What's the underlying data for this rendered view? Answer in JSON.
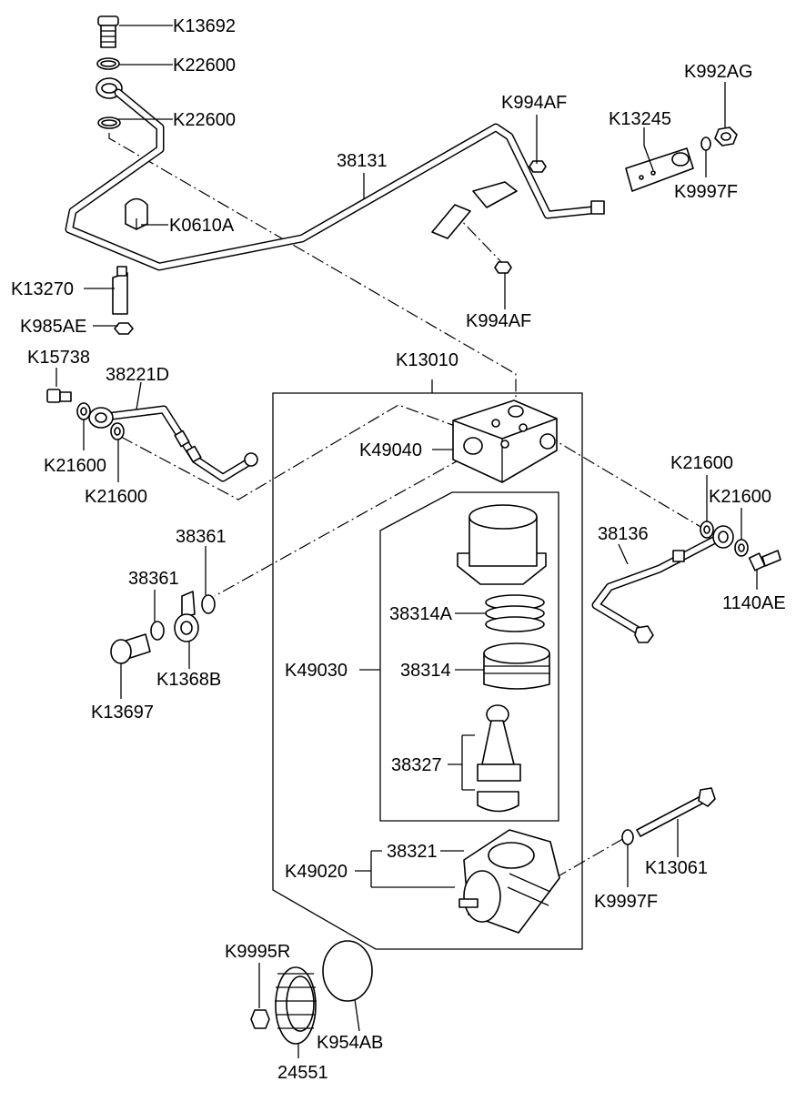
{
  "labels": {
    "k13692": "K13692",
    "k22600_a": "K22600",
    "k22600_b": "K22600",
    "p38131": "38131",
    "k0610a": "K0610A",
    "k13270": "K13270",
    "k985ae": "K985AE",
    "k994af_top": "K994AF",
    "k994af_bottom": "K994AF",
    "k13245": "K13245",
    "k992ag": "K992AG",
    "k9997f_top": "K9997F",
    "k15738": "K15738",
    "p38221d": "38221D",
    "k21600_l1": "K21600",
    "k21600_l2": "K21600",
    "k13010": "K13010",
    "k49040": "K49040",
    "k21600_r1": "K21600",
    "k21600_r2": "K21600",
    "p38136": "38136",
    "p1140ae": "1140AE",
    "p38361_a": "38361",
    "p38361_b": "38361",
    "k1368b": "K1368B",
    "k13697": "K13697",
    "p38314a": "38314A",
    "k49030": "K49030",
    "p38314": "38314",
    "p38327": "38327",
    "p38321": "38321",
    "k49020": "K49020",
    "k13061": "K13061",
    "k9997f_bottom": "K9997F",
    "k9995r": "K9995R",
    "p24551": "24551",
    "k954ab": "K954AB"
  }
}
